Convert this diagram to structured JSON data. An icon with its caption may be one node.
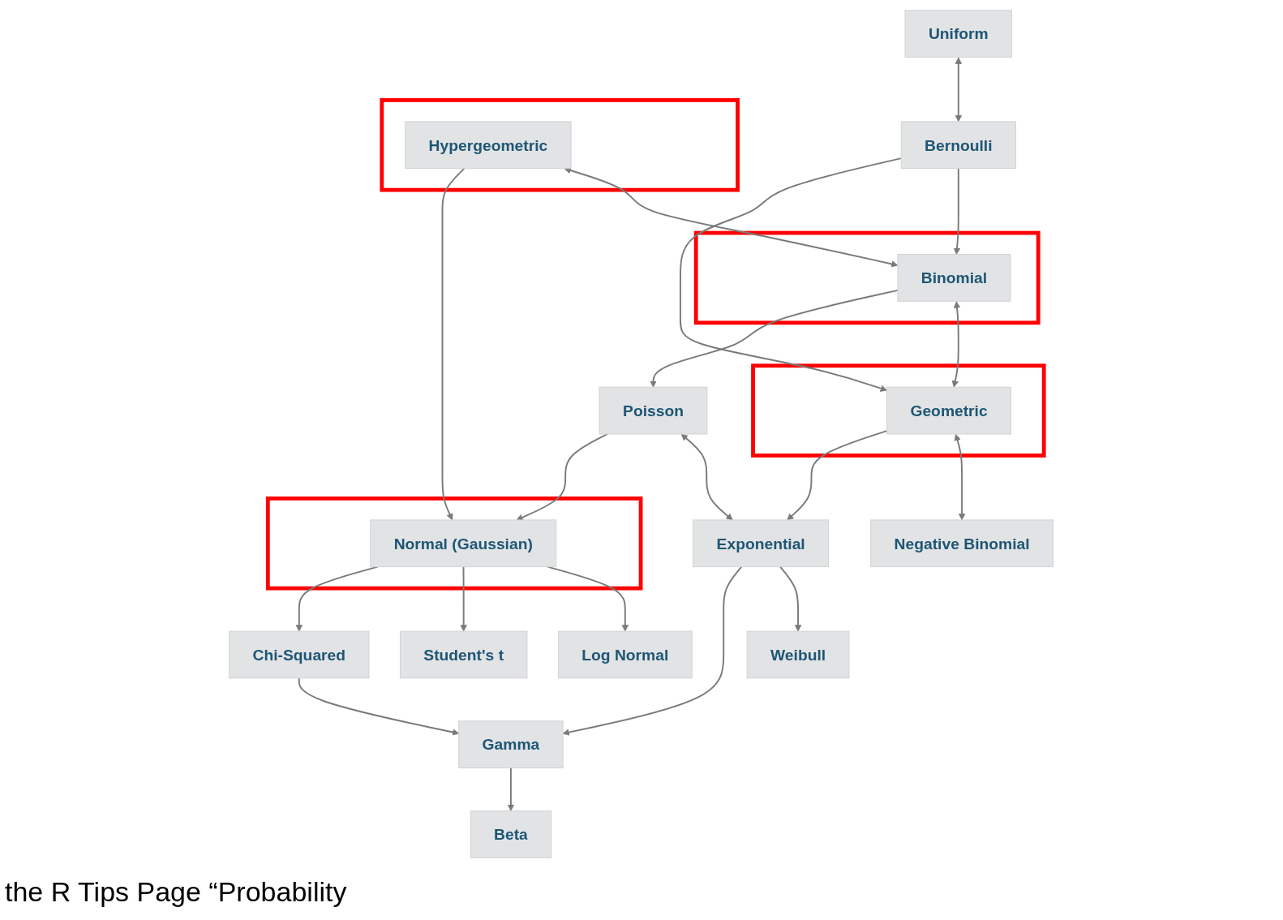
{
  "diagram": {
    "nodes": [
      {
        "text": [
          "Uniform"
        ]
      },
      {
        "text": [
          "Bernoulli"
        ]
      },
      {
        "text": [],
        "shape": "box"
      },
      {
        "text": [
          "Hypergeometric"
        ],
        "in": 2
      },
      {
        "text": [],
        "shape": "box"
      },
      {
        "text": [
          "Binomial"
        ],
        "in": 4
      },
      {
        "text": [],
        "shape": "box"
      },
      {
        "text": [
          "Geometric"
        ],
        "in": 6
      },
      {
        "text": [
          "Negative Binomial"
        ]
      },
      {
        "text": [
          "Poisson"
        ]
      },
      {
        "text": [
          "Exponential"
        ]
      },
      {
        "text": [
          "Log Normal"
        ]
      },
      {
        "text": [],
        "shape": "box"
      },
      {
        "text": [
          "Normal (Gaussian)"
        ],
        "in": 12
      },
      {
        "text": [
          "Chi-Squared"
        ]
      },
      {
        "text": [
          "Weibull"
        ]
      },
      {
        "text": [
          "Student's t"
        ]
      },
      {
        "text": [
          "Gamma"
        ]
      },
      {
        "text": [
          "Beta"
        ]
      }
    ],
    "edges": [
      {
        "from": 0,
        "to": 1,
        "arrow": "both"
      },
      {
        "from": 1,
        "to": 5,
        "arrow": "to"
      },
      {
        "from": 1,
        "to": 7,
        "arrow": "to"
      },
      {
        "from": 3,
        "to": 5,
        "arrow": "both"
      },
      {
        "from": 5,
        "to": 7,
        "arrow": "both"
      },
      {
        "from": 7,
        "to": 8,
        "arrow": "both"
      },
      {
        "from": 5,
        "to": 9,
        "arrow": "to"
      },
      {
        "from": 7,
        "to": 10,
        "arrow": "to"
      },
      {
        "from": 9,
        "to": 10,
        "arrow": "both"
      },
      {
        "from": 3,
        "to": 13,
        "arrow": "to"
      },
      {
        "from": 9,
        "to": 13,
        "arrow": "to"
      },
      {
        "from": 13,
        "to": 11,
        "arrow": "to"
      },
      {
        "from": 13,
        "to": 16,
        "arrow": "to"
      },
      {
        "from": 13,
        "to": 14,
        "arrow": "to"
      },
      {
        "from": 10,
        "to": 15,
        "arrow": "to"
      },
      {
        "from": 10,
        "to": 17,
        "arrow": "to"
      },
      {
        "from": 14,
        "to": 17,
        "arrow": "to"
      },
      {
        "from": 17,
        "to": 18,
        "arrow": "to"
      }
    ],
    "labels": [
      "the R Tips Page “Probability"
    ]
  }
}
